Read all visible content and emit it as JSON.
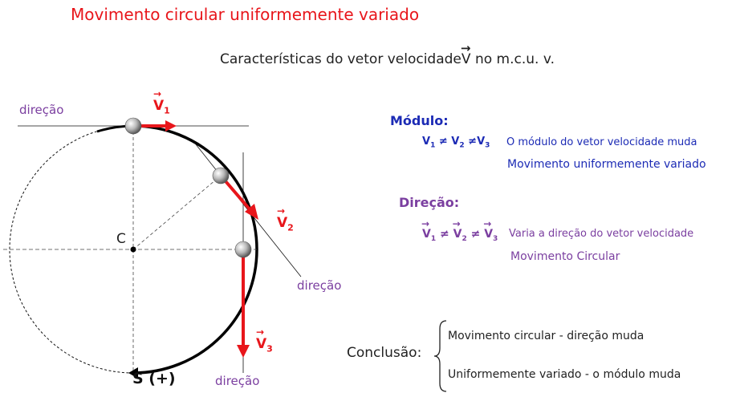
{
  "title": "Movimento circular uniformemente variado",
  "subtitle": {
    "prefix": "Características do vetor velocidade",
    "vector": "V",
    "suffix": "no m.c.u. v."
  },
  "diagram": {
    "center_label": "C",
    "trajectory_label": "S (+)",
    "direction_label": "direção",
    "vectors": [
      {
        "symbol": "V",
        "index": "1"
      },
      {
        "symbol": "V",
        "index": "2"
      },
      {
        "symbol": "V",
        "index": "3"
      }
    ]
  },
  "modulo": {
    "heading": "Módulo:",
    "eq": {
      "v": "V",
      "i1": "1",
      "i2": "2",
      "i3": "3",
      "neq": "≠"
    },
    "description": "O módulo do vetor velocidade muda",
    "motion": "Movimento uniformemente variado"
  },
  "direcao": {
    "heading": "Direção:",
    "eq": {
      "v": "V",
      "i1": "1",
      "i2": "2",
      "i3": "3",
      "neq": "≠"
    },
    "description": "Varia a direção do vetor velocidade",
    "motion": "Movimento Circular"
  },
  "conclusao": {
    "label": "Conclusão:",
    "items": [
      "Movimento circular - direção muda",
      "Uniformemente variado - o módulo muda"
    ]
  },
  "colors": {
    "title": "#e8161b",
    "vector": "#e8161b",
    "modulo": "#1c2bb5",
    "direcao": "#7b3fa0"
  }
}
